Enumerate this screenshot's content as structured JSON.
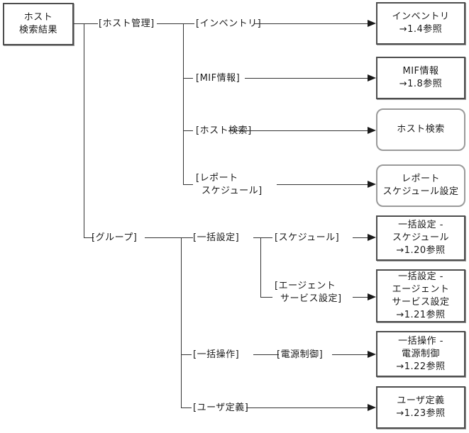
{
  "colors": {
    "line": "#333333",
    "text": "#1a1a1a",
    "square_box_border": "#4d4d4d",
    "rounded_box_border": "#9a9a9a",
    "background": "#ffffff"
  },
  "root_box": {
    "lines": [
      "ホスト",
      "検索結果"
    ]
  },
  "branch_labels": {
    "host_mgmt": "[ホスト管理]",
    "inventory": "[インベントリ]",
    "mif": "[MIF情報]",
    "host_search": "[ホスト検索]",
    "report_schedule": [
      "[レポート",
      "スケジュール]"
    ],
    "group": "[グループ]",
    "batch_setting": "[一括設定]",
    "schedule": "[スケジュール]",
    "agent_service": [
      "[エージェント",
      "サービス設定]"
    ],
    "batch_operation": "[一括操作]",
    "power_control": "[電源制御]",
    "user_defined": "[ユーザ定義]"
  },
  "result_boxes": [
    {
      "style": "square",
      "lines": [
        "インベントリ",
        "→1.4参照"
      ]
    },
    {
      "style": "square",
      "lines": [
        "MIF情報",
        "→1.8参照"
      ]
    },
    {
      "style": "rounded",
      "lines": [
        "ホスト検索"
      ]
    },
    {
      "style": "rounded",
      "lines": [
        "レポート",
        "スケジュール設定"
      ]
    },
    {
      "style": "square",
      "lines": [
        "一括設定 -",
        "スケジュール",
        "→1.20参照"
      ]
    },
    {
      "style": "square",
      "lines": [
        "一括設定 -",
        "エージェント",
        "サービス設定",
        "→1.21参照"
      ]
    },
    {
      "style": "square",
      "lines": [
        "一括操作 -",
        "電源制御",
        "→1.22参照"
      ]
    },
    {
      "style": "square",
      "lines": [
        "ユーザ定義",
        "→1.23参照"
      ]
    }
  ]
}
